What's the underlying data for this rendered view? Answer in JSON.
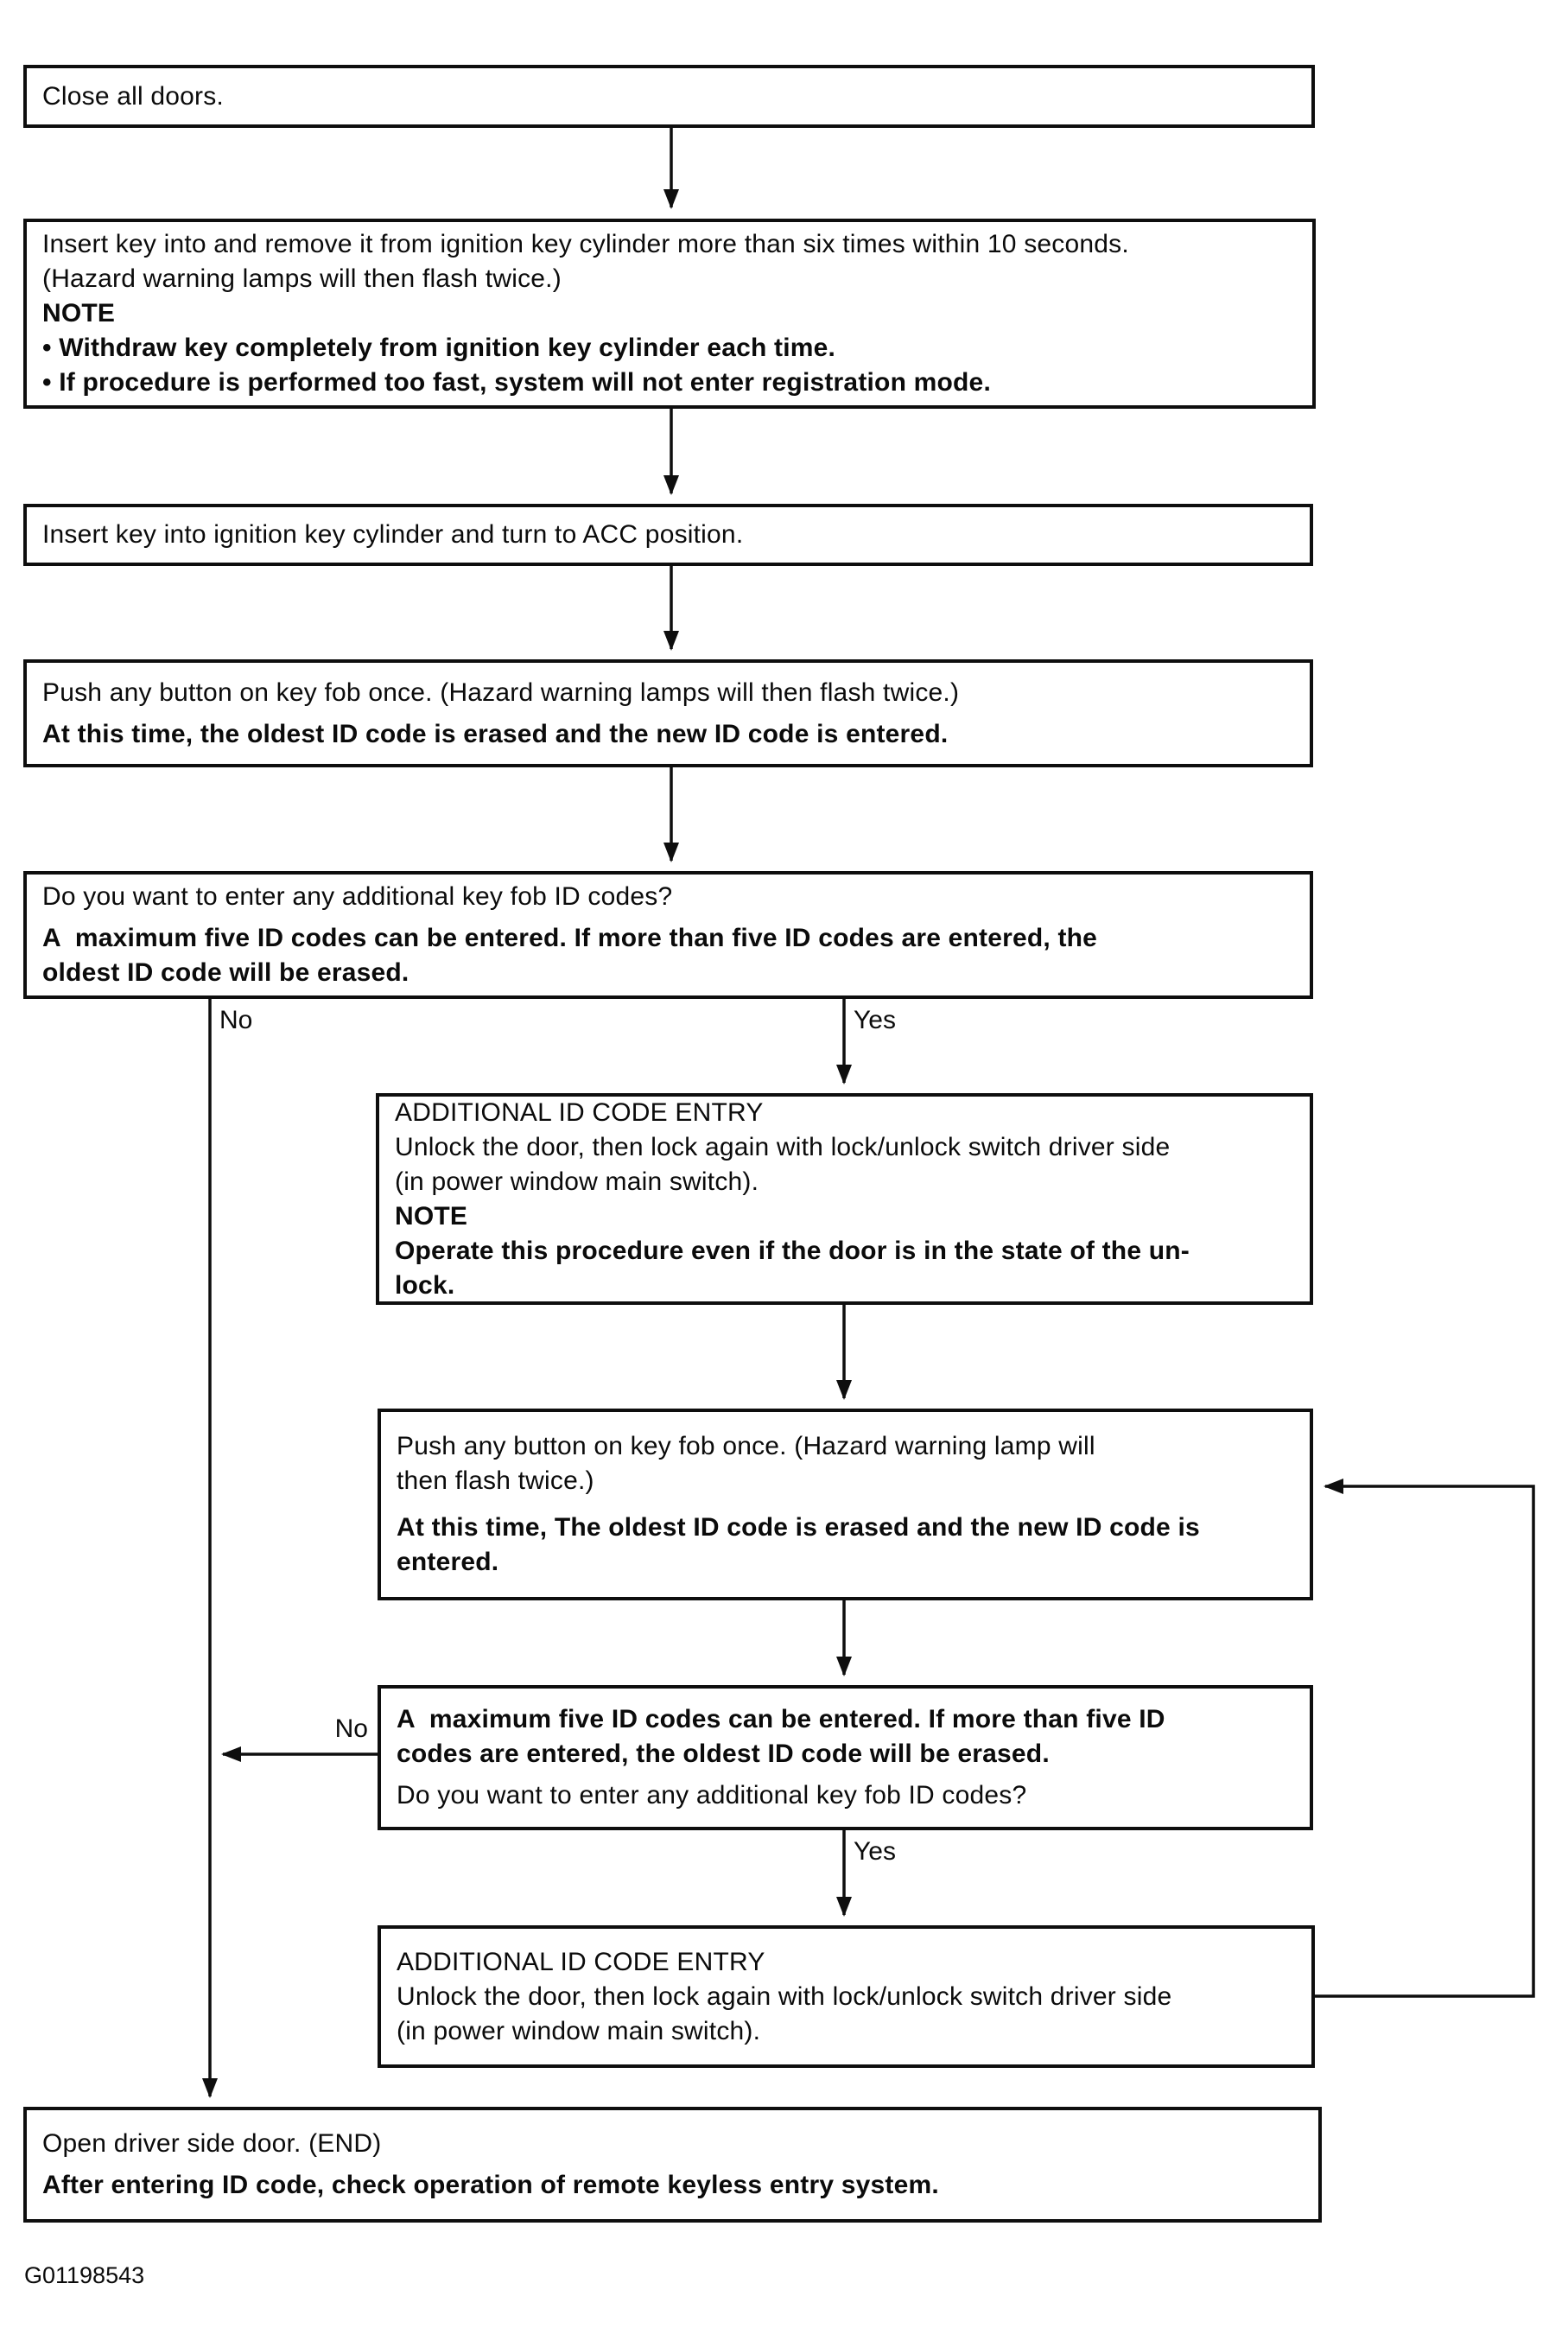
{
  "figure_code": "G01198543",
  "branch_labels": {
    "no1": "No",
    "yes1": "Yes",
    "no2": "No",
    "yes2": "Yes"
  },
  "line_color": "#0e0e0e",
  "boxes": {
    "close_doors": {
      "lines": [
        "Close all doors."
      ]
    },
    "insert_remove_key": {
      "lines": [
        "Insert key into and remove it from ignition key cylinder more than six times within 10 seconds.",
        "(Hazard warning lamps will then flash twice.)",
        "NOTE",
        "• Withdraw key completely from ignition key cylinder each time.",
        "• If procedure is performed too fast, system will not enter registration mode."
      ]
    },
    "insert_key_acc": {
      "lines": [
        "Insert key into ignition key cylinder and turn to ACC position."
      ]
    },
    "push_button_first": {
      "lines": [
        "Push any button on key fob once. (Hazard warning lamps will then flash twice.)",
        "At this time, the oldest ID code is erased and the new ID code is entered."
      ]
    },
    "additional_codes_question": {
      "lines": [
        "Do you want to enter any additional key fob ID codes?",
        "A  maximum five ID codes can be entered. If more than five ID codes are entered, the",
        "oldest ID code will be erased."
      ]
    },
    "additional_id_entry_1": {
      "lines": [
        "ADDITIONAL ID CODE ENTRY",
        "Unlock the door, then lock again with lock/unlock switch driver side",
        "(in power window main switch).",
        "NOTE",
        "Operate this procedure even if the door is in the state of the un-",
        "lock."
      ]
    },
    "push_button_second": {
      "lines": [
        "Push any button on key fob once. (Hazard warning lamp will",
        "then flash twice.)",
        "At this time, The oldest ID code is erased and the new ID code is",
        "entered."
      ]
    },
    "max_codes_question": {
      "lines": [
        "A  maximum five ID codes can be entered. If more than five ID",
        "codes are entered, the oldest ID code will be erased.",
        "Do you want to enter any additional key fob ID codes?"
      ]
    },
    "additional_id_entry_2": {
      "lines": [
        "ADDITIONAL ID CODE ENTRY",
        "Unlock the door, then lock again with lock/unlock switch driver side",
        "(in power window main switch)."
      ]
    },
    "open_door_end": {
      "lines": [
        "Open driver side door. (END)",
        "After entering ID code, check operation of remote keyless entry system."
      ]
    }
  }
}
